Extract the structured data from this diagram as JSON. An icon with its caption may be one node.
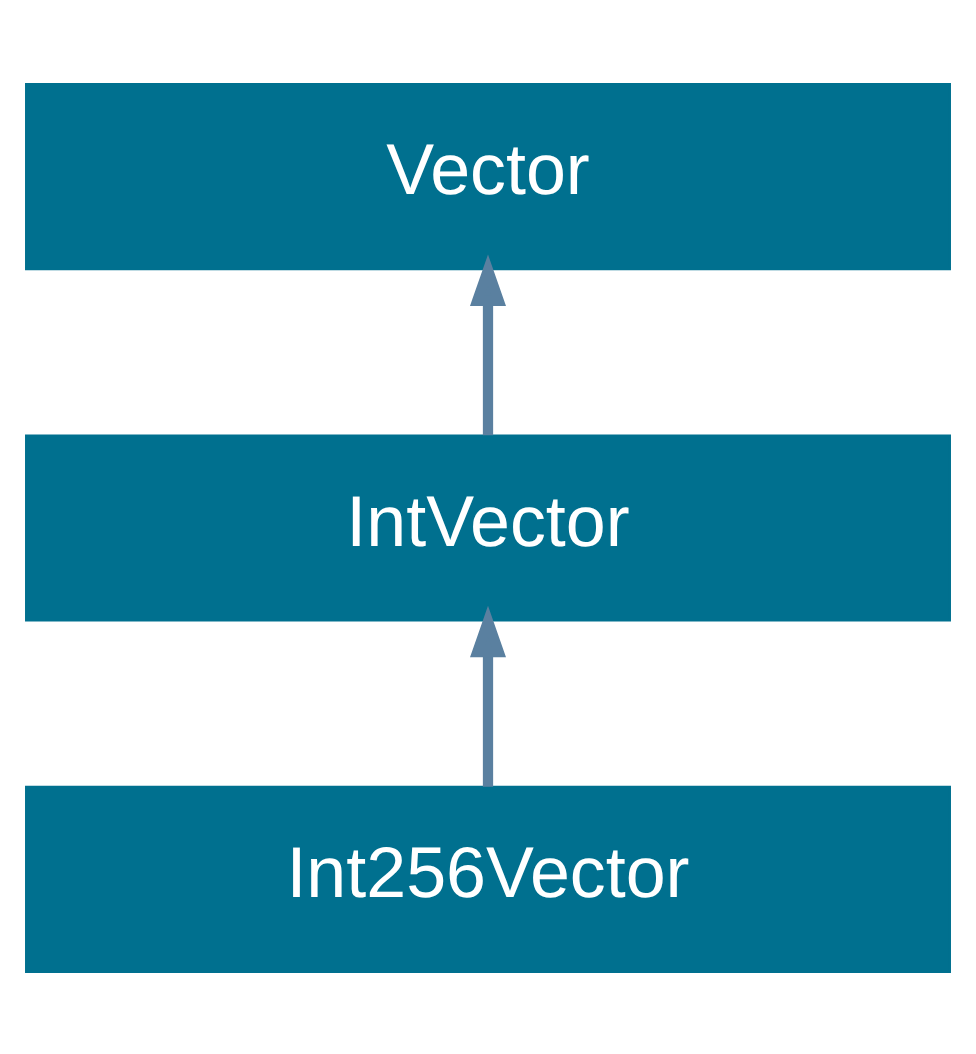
{
  "diagram": {
    "nodes": [
      {
        "text": [
          "Vector"
        ]
      },
      {
        "text": [
          "IntVector"
        ]
      },
      {
        "text": [
          "Int256Vector"
        ]
      }
    ],
    "edges": [
      {
        "from": 1,
        "to": 0,
        "arrow": "to"
      },
      {
        "from": 2,
        "to": 1,
        "arrow": "to"
      }
    ]
  }
}
